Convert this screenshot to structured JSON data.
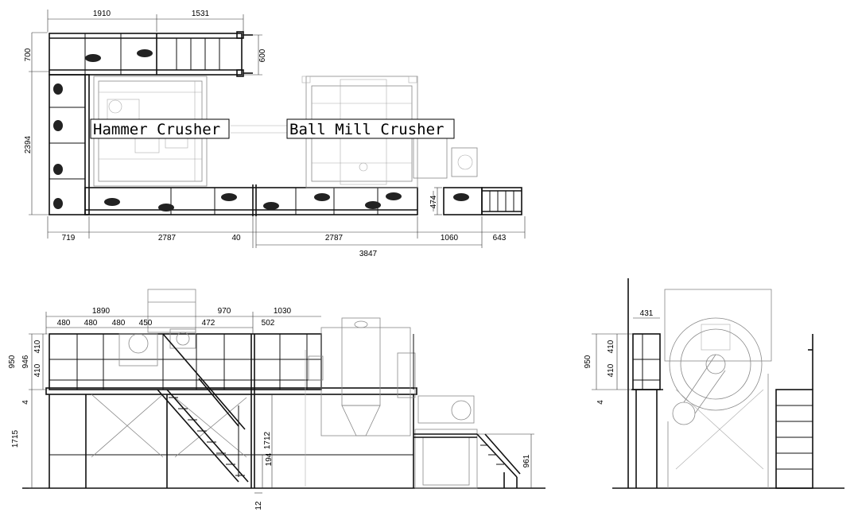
{
  "labels": {
    "hammer_crusher": "Hammer Crusher",
    "ball_mill_crusher": "Ball Mill Crusher"
  },
  "top_view": {
    "dims_top": [
      "1910",
      "1531"
    ],
    "dims_left": [
      "700",
      "2394"
    ],
    "dim_600": "600",
    "dim_474": "474",
    "dims_bottom": [
      "719",
      "2787",
      "40",
      "2787",
      "1060",
      "643"
    ],
    "dim_total": "3847"
  },
  "front_view": {
    "dims_top": [
      "1890",
      "970",
      "1030"
    ],
    "dims_sub": [
      "480",
      "480",
      "480",
      "450",
      "472",
      "502"
    ],
    "dims_left": [
      "950",
      "946",
      "410",
      "410",
      "4",
      "1715"
    ],
    "dim_1712": "1712",
    "dim_194": "194",
    "dim_12": "12",
    "dim_961": "961"
  },
  "side_view": {
    "dim_431": "431",
    "dims_left": [
      "950",
      "410",
      "410",
      "4"
    ]
  }
}
